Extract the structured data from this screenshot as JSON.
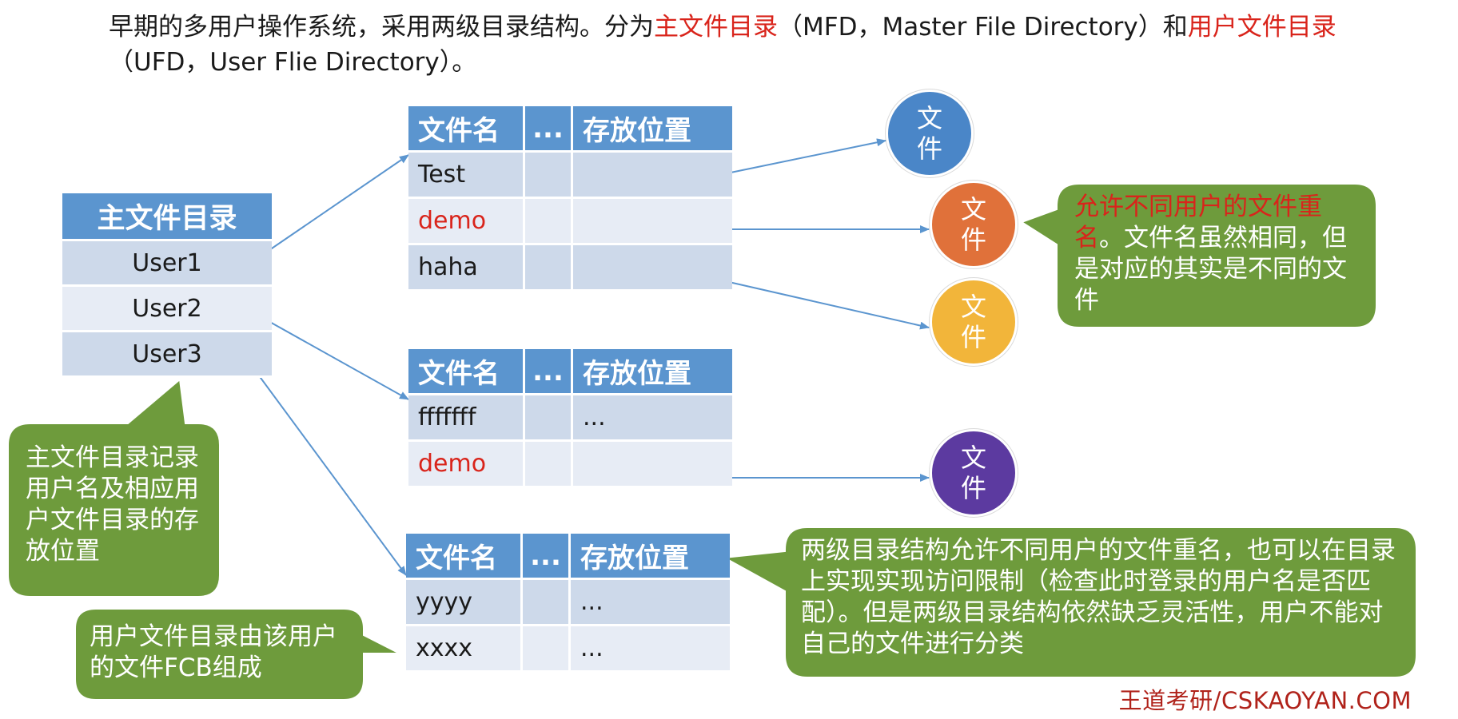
{
  "intro": {
    "p1": "早期的多用户操作系统，采用两级目录结构。分为",
    "mfd_term": "主文件目录",
    "p2": "（MFD，Master File Directory）和",
    "ufd_term": "用户文件目录",
    "p3": "（UFD，User Flie Directory）。"
  },
  "mfd": {
    "header": "主文件目录",
    "users": [
      "User1",
      "User2",
      "User3"
    ]
  },
  "ufd_headers": {
    "name": "文件名",
    "dots": "...",
    "location": "存放位置"
  },
  "ufd1": [
    {
      "name": "Test",
      "dots": "",
      "location": "",
      "highlight": false
    },
    {
      "name": "demo",
      "dots": "",
      "location": "",
      "highlight": true
    },
    {
      "name": "haha",
      "dots": "",
      "location": "",
      "highlight": false
    }
  ],
  "ufd2": [
    {
      "name": "fffffff",
      "dots": "",
      "location": "...",
      "highlight": false
    },
    {
      "name": "demo",
      "dots": "",
      "location": "",
      "highlight": true
    }
  ],
  "ufd3": [
    {
      "name": "yyyy",
      "dots": "",
      "location": "...",
      "highlight": false
    },
    {
      "name": "xxxx",
      "dots": "",
      "location": "...",
      "highlight": false
    }
  ],
  "file_label": [
    "文",
    "件"
  ],
  "colors": {
    "file1": "#4a86c8",
    "file2": "#e0713a",
    "file3": "#f2b53a",
    "file4": "#5c3aa0",
    "callout": "#6e9b3c",
    "header": "#5b95cf",
    "arrow": "#5b95cf",
    "red": "#d9241b"
  },
  "callouts": {
    "rename_red": "允许不同用户的文件重名",
    "rename_rest": "。文件名虽然相同，但是对应的其实是不同的文件",
    "mfd_note": "主文件目录记录用户名及相应用户文件目录的存放位置",
    "ufd_note": "用户文件目录由该用户的文件FCB组成",
    "summary": "两级目录结构允许不同用户的文件重名，也可以在目录上实现实现访问限制（检查此时登录的用户名是否匹配）。但是两级目录结构依然缺乏灵活性，用户不能对自己的文件进行分类"
  },
  "watermark": "王道考研/CSKAOYAN.COM"
}
